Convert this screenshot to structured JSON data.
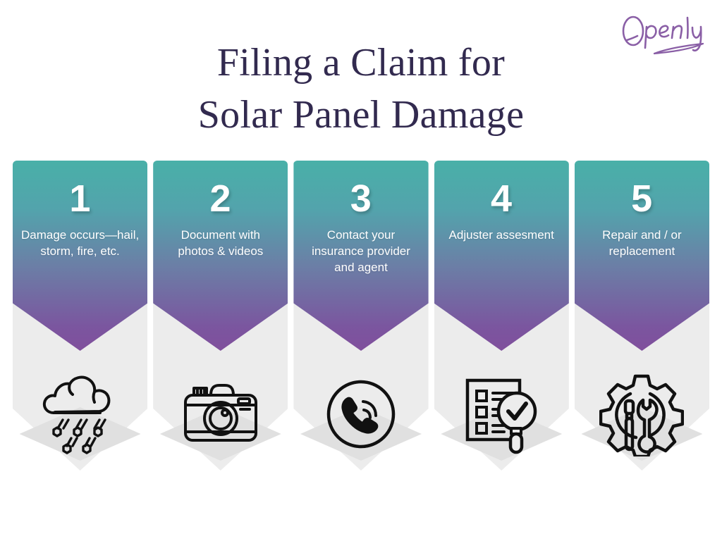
{
  "brand": {
    "logo_text": "Openly",
    "logo_color": "#8a5fa6",
    "logo_icon": "openly-script-wordmark"
  },
  "title": {
    "line1": "Filing a Claim for",
    "line2": "Solar Panel Damage",
    "color": "#322a4f"
  },
  "theme": {
    "background": "#ffffff",
    "card_gradient_top": "#49b0a8",
    "card_gradient_bottom": "#804f9c",
    "panel_gray": "#ececec",
    "pedestal_gray": "#e0e0e0",
    "number_color": "#ffffff",
    "label_color": "#ffffff",
    "icon_stroke": "#111111"
  },
  "steps": [
    {
      "number": "1",
      "label": "Damage occurs—hail, storm, fire, etc.",
      "icon": "hail-cloud-icon"
    },
    {
      "number": "2",
      "label": "Document with photos & videos",
      "icon": "camera-icon"
    },
    {
      "number": "3",
      "label": "Contact your insurance provider and agent",
      "icon": "phone-call-icon"
    },
    {
      "number": "4",
      "label": "Adjuster assesment",
      "icon": "checklist-magnifier-icon"
    },
    {
      "number": "5",
      "label": "Repair and / or replacement",
      "icon": "gear-tools-icon"
    }
  ]
}
